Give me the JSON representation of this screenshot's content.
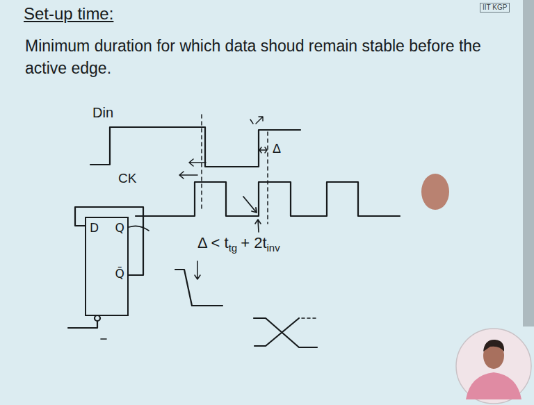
{
  "diagram": {
    "title": "Set-up time:",
    "nodes": [
      {
        "text": [
          "D",
          "Q",
          "Q̄"
        ]
      }
    ],
    "labels": [
      "IIT KGP",
      "Minimum duration for which data shoud remain stable before the active edge.",
      "Din",
      "Δ",
      "CK",
      "Δ < t",
      "tg",
      "+ 2t",
      "inv"
    ]
  }
}
